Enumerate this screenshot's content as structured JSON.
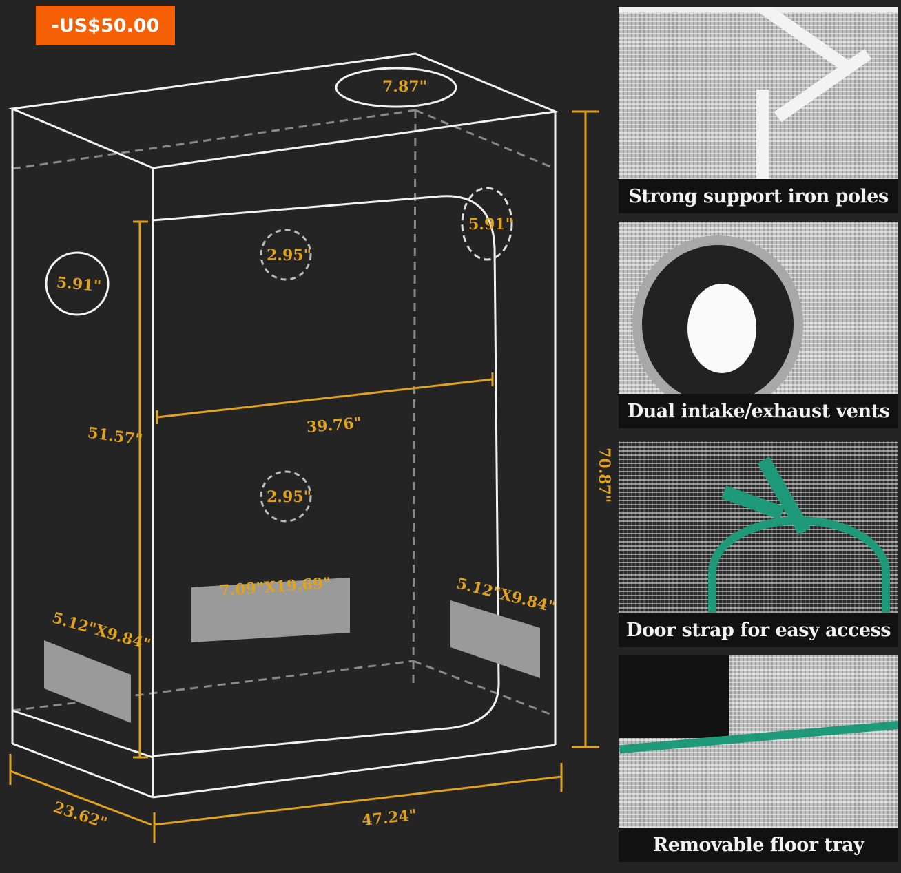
{
  "badge": {
    "label": "-US$50.00",
    "color": "#f55f05"
  },
  "dimensions": {
    "top_vent": "7.87\"",
    "side_vent_left": "5.91\"",
    "side_vent_right": "5.91\"",
    "small_vent_top": "2.95\"",
    "small_vent_bottom": "2.95\"",
    "door_height": "51.57\"",
    "inner_width": "39.76\"",
    "total_height": "70.87\"",
    "width": "47.24\"",
    "depth": "23.62\"",
    "front_window": "7.09\"X19.69\"",
    "left_window": "5.12\"X9.84\"",
    "right_window": "5.12\"X9.84\""
  },
  "features": [
    {
      "caption": "Strong support iron poles"
    },
    {
      "caption": "Dual intake/exhaust vents"
    },
    {
      "caption": "Door strap for easy access"
    },
    {
      "caption": "Removable floor tray"
    }
  ],
  "accent": "#e0a21f"
}
